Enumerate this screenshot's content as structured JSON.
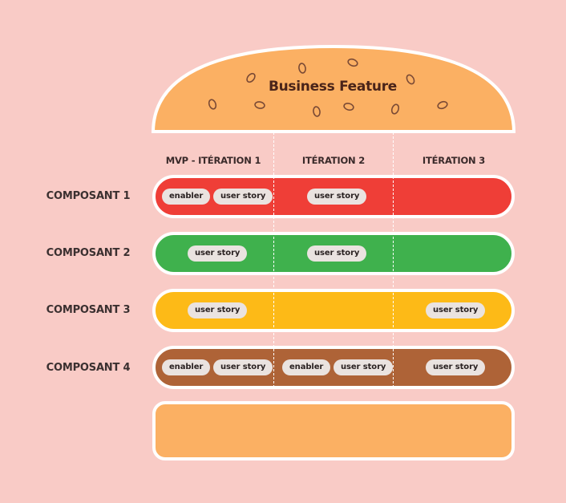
{
  "title": "Business Feature",
  "columns": [
    "MVP - ITÉRATION 1",
    "ITÉRATION 2",
    "ITÉRATION 3"
  ],
  "rows": [
    {
      "label": "COMPOSANT 1",
      "color": "#ef3e37",
      "items": [
        "enabler",
        "user story",
        "user story"
      ]
    },
    {
      "label": "COMPOSANT 2",
      "color": "#3fb14d",
      "items": [
        "user story",
        "user story"
      ]
    },
    {
      "label": "COMPOSANT 3",
      "color": "#fdba17",
      "items": [
        "user story",
        "user story"
      ]
    },
    {
      "label": "COMPOSANT 4",
      "color": "#ae6337",
      "items": [
        "enabler",
        "user story",
        "enabler",
        "user story",
        "user story"
      ]
    }
  ],
  "colors": {
    "background": "#f9cbc6",
    "bun": "#fbb063",
    "seed_outline": "#7a4a35",
    "border": "#ffffff"
  }
}
